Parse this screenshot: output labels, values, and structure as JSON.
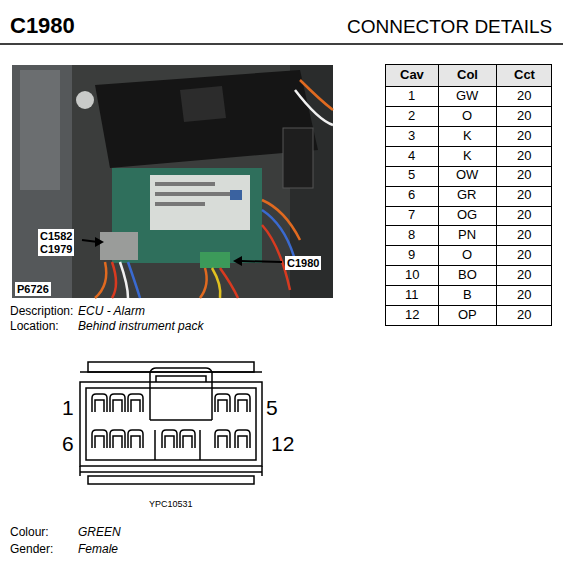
{
  "diagram": {
    "title": "C1980",
    "labels": [
      "CONNECTOR DETAILS",
      "C1582",
      "C1979",
      "C1980",
      "P6726",
      "Cav",
      "Col",
      "Cct",
      "1",
      "GW",
      "20",
      "2",
      "O",
      "20",
      "3",
      "K",
      "20",
      "4",
      "K",
      "20",
      "5",
      "OW",
      "20",
      "6",
      "GR",
      "20",
      "7",
      "OG",
      "20",
      "8",
      "PN",
      "20",
      "9",
      "O",
      "20",
      "10",
      "BO",
      "20",
      "11",
      "B",
      "20",
      "12",
      "OP",
      "20",
      "Description:",
      "ECU - Alarm",
      "Location:",
      "Behind instrument pack",
      "1",
      "5",
      "6",
      "12",
      "YPC10531",
      "Colour:",
      "GREEN",
      "Gender:",
      "Female"
    ]
  }
}
